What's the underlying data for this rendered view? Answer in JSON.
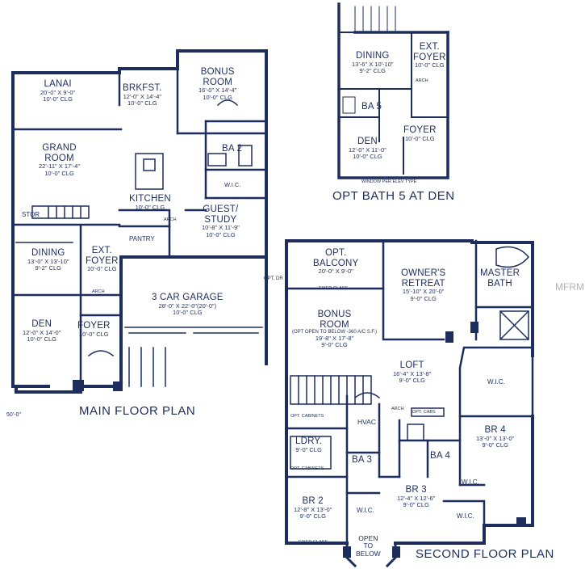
{
  "colors": {
    "wall": "#1d2e5c",
    "dim": "#9aa3b8",
    "watermark": "#b0b3bb"
  },
  "titles": {
    "main": "MAIN FLOOR PLAN",
    "second": "SECOND FLOOR PLAN",
    "opt": "OPT BATH 5 AT DEN"
  },
  "watermark": "MFRMLS",
  "misc": {
    "width_dim": "50'-0\"",
    "opt_dr": "OPT. DR",
    "open_below_1": "OPEN",
    "open_below_2": "TO",
    "open_below_3": "BELOW"
  },
  "rooms": {
    "lanai": {
      "name": "LANAI",
      "d1": "20'-0\" X 9'-0\"",
      "d2": "10'-0\" CLG"
    },
    "brkfst": {
      "name": "BRKFST.",
      "d1": "12'-0\" X 14'-4\"",
      "d2": "10'-0\" CLG"
    },
    "bonus_main": {
      "name1": "BONUS",
      "name2": "ROOM",
      "d1": "16'-0\" X 14'-4\"",
      "d2": "10'-0\" CLG"
    },
    "grand": {
      "name1": "GRAND",
      "name2": "ROOM",
      "d1": "22'-11\" X 17'-4\"",
      "d2": "10'-0\" CLG"
    },
    "ba2": {
      "name": "BA 2"
    },
    "wic_main": {
      "name": "W.I.C."
    },
    "kitchen": {
      "name": "KITCHEN",
      "d1": "10'-0\" CLG"
    },
    "guest": {
      "name1": "GUEST/",
      "name2": "STUDY",
      "d1": "10'-8\" X 11'-9\"",
      "d2": "10'-0\" CLG"
    },
    "stor": {
      "name": "STOR"
    },
    "pantry": {
      "name": "PANTRY"
    },
    "dining_main": {
      "name": "DINING",
      "d1": "13'-0\" X 13'-10\"",
      "d2": "9'-2\" CLG"
    },
    "extfoyer_main": {
      "name1": "EXT.",
      "name2": "FOYER",
      "d1": "10'-0\" CLG"
    },
    "garage": {
      "name": "3 CAR GARAGE",
      "d1": "28'-0\" X 22'-0\"(20'-0\")",
      "d2": "10'-0\" CLG"
    },
    "den_main": {
      "name": "DEN",
      "d1": "12'-0\" X 14'-0\"",
      "d2": "10'-0\" CLG"
    },
    "foyer_main": {
      "name": "FOYER",
      "d1": "10'-0\" CLG"
    },
    "opt_dining": {
      "name": "DINING",
      "d1": "13'-6\" X 10'-10\"",
      "d2": "9'-2\" CLG"
    },
    "opt_extfoyer": {
      "name1": "EXT.",
      "name2": "FOYER",
      "d1": "10'-0\" CLG"
    },
    "opt_ba5": {
      "name": "BA 5"
    },
    "opt_den": {
      "name": "DEN",
      "d1": "12'-0\" X 11'-0\"",
      "d2": "10'-0\" CLG"
    },
    "opt_foyer": {
      "name": "FOYER",
      "d1": "10'-0\" CLG"
    },
    "balcony": {
      "name1": "OPT.",
      "name2": "BALCONY",
      "d1": "20'-0\" X 9'-0\""
    },
    "owners": {
      "name1": "OWNER'S",
      "name2": "RETREAT",
      "d1": "15'-10\" X 20'-0\"",
      "d2": "9'-0\" CLG"
    },
    "master_bath": {
      "name1": "MASTER",
      "name2": "BATH"
    },
    "bonus_2": {
      "name1": "BONUS",
      "name2": "ROOM",
      "note": "(OPT OPEN TO BELOW -360 A/C S.F.)",
      "d1": "19'-8\" X 17'-8\"",
      "d2": "9'-0\" CLG"
    },
    "loft": {
      "name": "LOFT",
      "d1": "16'-4\" X 13'-8\"",
      "d2": "9'-0\" CLG"
    },
    "wic_master": {
      "name": "W.I.C."
    },
    "ldry": {
      "name": "LDRY.",
      "d1": "9'-0\" CLG"
    },
    "hvac": {
      "name": "HVAC"
    },
    "ba3": {
      "name": "BA 3"
    },
    "ba4": {
      "name": "BA 4"
    },
    "br4": {
      "name": "BR 4",
      "d1": "13'-0\" X 13'-0\"",
      "d2": "9'-0\" CLG"
    },
    "br2": {
      "name": "BR 2",
      "d1": "12'-8\" X 13'-0\"",
      "d2": "9'-0\" CLG"
    },
    "wic_br2": {
      "name": "W.I.C."
    },
    "br3": {
      "name": "BR 3",
      "d1": "12'-4\" X 12'-6\"",
      "d2": "9'-0\" CLG"
    },
    "wic_br3": {
      "name": "W.I.C."
    },
    "wic_br4": {
      "name": "W.I.C."
    }
  },
  "small_labels": {
    "fixed_glass": "FIXED GLASS",
    "arch": "ARCH",
    "opt_cabinets": "OPT. CABINETS",
    "opt_cabs": "OPT. CABS",
    "window_per": "WINDOW PER ELEV TYPE"
  }
}
